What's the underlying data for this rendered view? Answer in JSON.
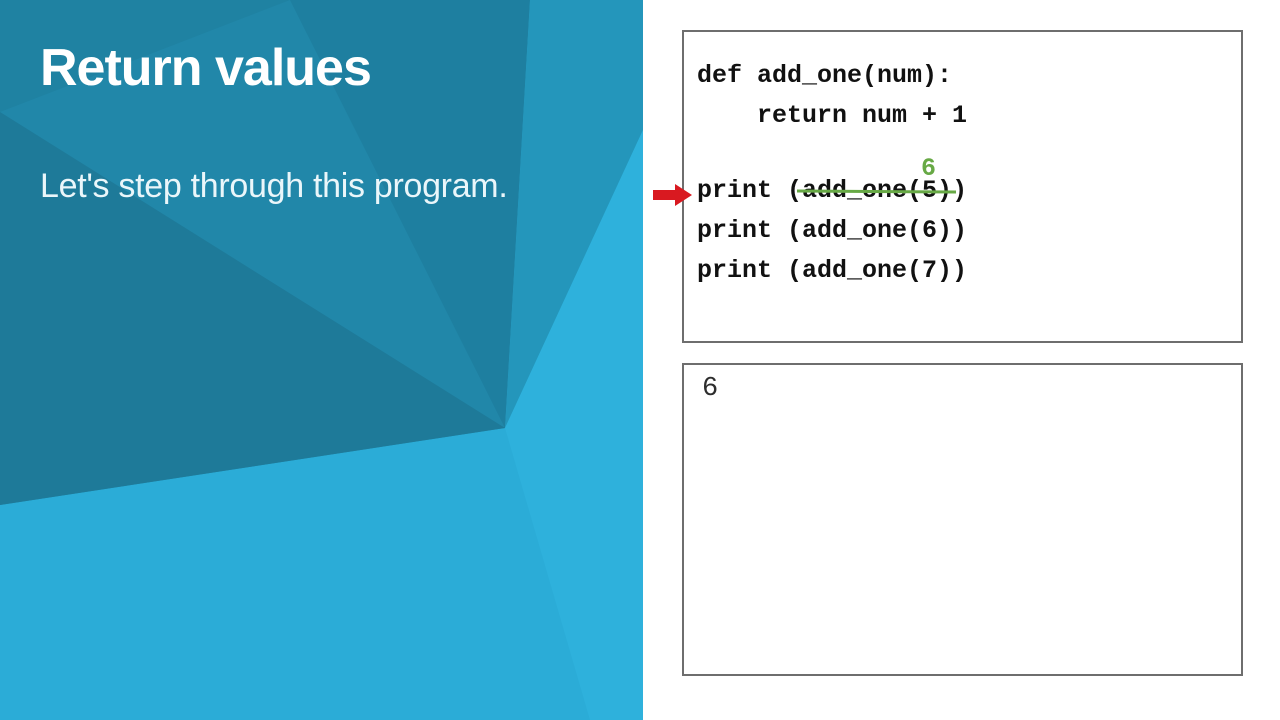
{
  "slide": {
    "title": "Return values",
    "subtitle": "Let's step through this program."
  },
  "code_box": {
    "line_def": "def add_one(num):",
    "line_return": "    return num + 1",
    "annotation_value": "6",
    "print5_prefix": "print (",
    "print5_struck": "add_one(5)",
    "print5_suffix": ")",
    "line_print6": "print (add_one(6))",
    "line_print7": "print (add_one(7))"
  },
  "output_box": {
    "value": "6"
  },
  "icons": {
    "step_arrow": "right-arrow-icon"
  },
  "colors": {
    "accent_green": "#67a945",
    "arrow_red": "#d91920",
    "panel_base_cyan": "#2bacd7",
    "panel_teal_main": "#2187a9",
    "panel_teal_corner": "#1f82a2",
    "panel_teal_band": "#1e7fa0",
    "panel_teal_triangle": "#1e7a99",
    "panel_teal_right_band": "#2496bb",
    "panel_bright_wedge": "#2eb1dc",
    "box_border_gray": "#6e6e6e"
  }
}
